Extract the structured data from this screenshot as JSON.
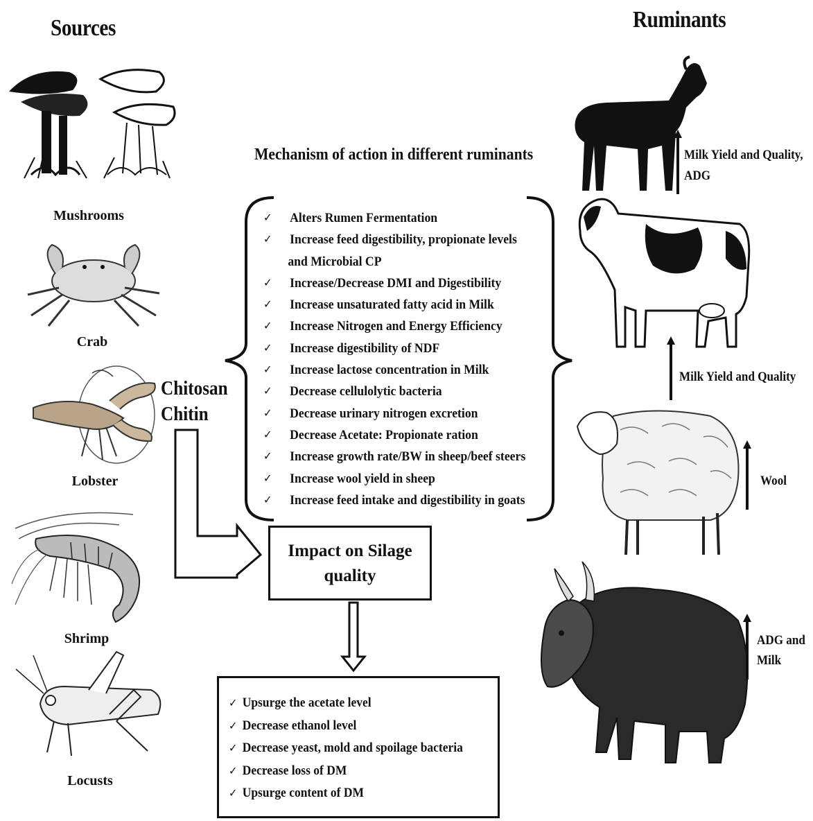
{
  "headings": {
    "sources": "Sources",
    "ruminants": "Ruminants",
    "mechanism": "Mechanism of action in different ruminants"
  },
  "sources": [
    {
      "label": "Mushrooms",
      "icon": "mushroom-icon"
    },
    {
      "label": "Crab",
      "icon": "crab-icon"
    },
    {
      "label": "Lobster",
      "icon": "lobster-icon"
    },
    {
      "label": "Shrimp",
      "icon": "shrimp-icon"
    },
    {
      "label": "Locusts",
      "icon": "locust-icon"
    }
  ],
  "compounds": [
    "Chitosan",
    "Chitin"
  ],
  "mechanism_items": [
    "Alters Rumen Fermentation",
    "Increase feed digestibility, propionate levels",
    "and Microbial CP",
    "Increase/Decrease DMI and Digestibility",
    "Increase unsaturated fatty acid in Milk",
    "Increase Nitrogen and Energy Efficiency",
    "Increase digestibility of NDF",
    "Increase lactose concentration in Milk",
    "Decrease cellulolytic bacteria",
    "Decrease urinary nitrogen excretion",
    "Decrease Acetate: Propionate ration",
    "Increase growth rate/BW in sheep/beef steers",
    "Increase wool yield in sheep",
    "Increase feed intake and digestibility in goats"
  ],
  "silage": {
    "title_line1": "Impact on Silage",
    "title_line2": "quality",
    "outcomes": [
      "Upsurge the acetate level",
      "Decrease ethanol level",
      "Decrease yeast, mold and spoilage bacteria",
      "Decrease loss of DM",
      "Upsurge content of DM"
    ]
  },
  "ruminants": [
    {
      "animal": "goat",
      "icon": "goat-icon",
      "effect_line1": "Milk Yield and Quality,",
      "effect_line2": "ADG"
    },
    {
      "animal": "cow",
      "icon": "cow-icon",
      "effect_line1": "Milk Yield and Quality",
      "effect_line2": ""
    },
    {
      "animal": "sheep",
      "icon": "sheep-icon",
      "effect_line1": "Wool",
      "effect_line2": ""
    },
    {
      "animal": "yak",
      "icon": "yak-icon",
      "effect_line1": "ADG and",
      "effect_line2": "Milk"
    }
  ],
  "check_glyph": "✓"
}
